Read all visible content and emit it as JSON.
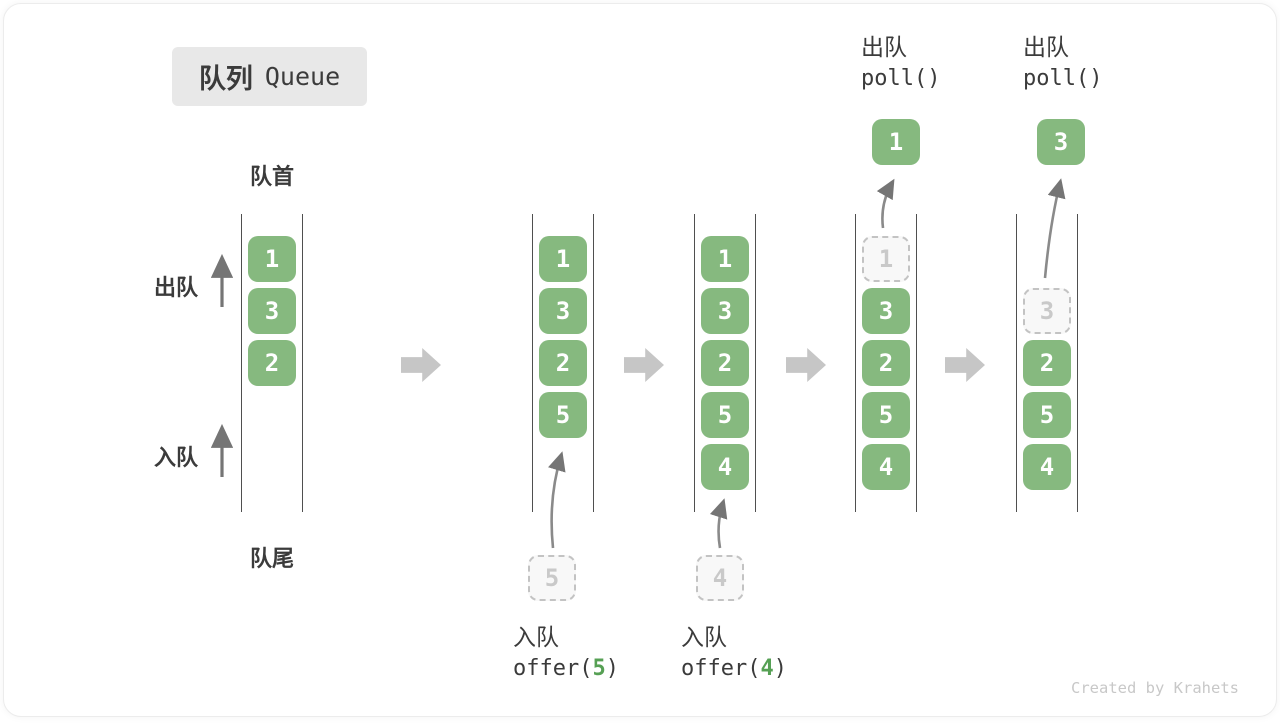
{
  "title": {
    "zh": "队列",
    "en": "Queue"
  },
  "side": {
    "front": "队首",
    "rear": "队尾",
    "dequeue": "出队",
    "enqueue": "入队"
  },
  "ops": {
    "enqueue5": {
      "label": "入队",
      "pre": "offer(",
      "arg": "5",
      "post": ")"
    },
    "enqueue4": {
      "label": "入队",
      "pre": "offer(",
      "arg": "4",
      "post": ")"
    },
    "dequeue1": {
      "label": "出队",
      "code": "poll()"
    },
    "dequeue3": {
      "label": "出队",
      "code": "poll()"
    }
  },
  "states": {
    "s1": {
      "cells": [
        "1",
        "3",
        "2"
      ]
    },
    "s2": {
      "cells": [
        "1",
        "3",
        "2",
        "5"
      ],
      "pending": "5"
    },
    "s3": {
      "cells": [
        "1",
        "3",
        "2",
        "5",
        "4"
      ],
      "pending": "4"
    },
    "s4": {
      "removed": "1",
      "cells": [
        "3",
        "2",
        "5",
        "4"
      ],
      "out": "1"
    },
    "s5": {
      "removed": "3",
      "cells": [
        "2",
        "5",
        "4"
      ],
      "out": "3"
    }
  },
  "watermark": "Created by Krahets",
  "colors": {
    "cell_green": "#86b97f",
    "code_green": "#56a054",
    "block_arrow_gray": "#c6c6c6",
    "text_dark": "#3b3b3b",
    "title_bg": "#e8e8e8"
  }
}
